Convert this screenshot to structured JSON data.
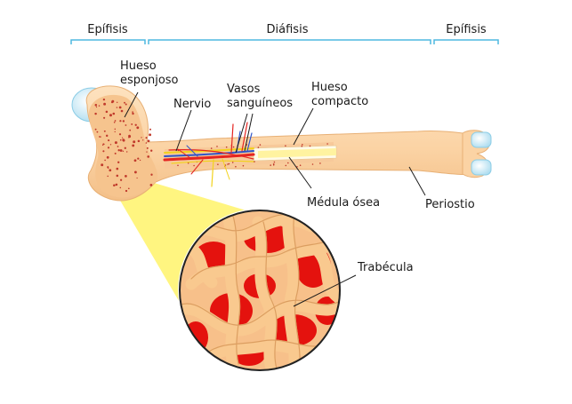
{
  "regions": {
    "epiphysis_left": "Epífisis",
    "diaphysis": "Diáfisis",
    "epiphysis_right": "Epífisis"
  },
  "labels": {
    "spongy_bone_1": "Hueso",
    "spongy_bone_2": "esponjoso",
    "nerve": "Nervio",
    "vessels_1": "Vasos",
    "vessels_2": "sanguíneos",
    "compact_1": "Hueso",
    "compact_2": "compacto",
    "marrow": "Médula ósea",
    "periosteum": "Periostio",
    "trabecula": "Trabécula"
  },
  "colors": {
    "bracket": "#4fb8e0",
    "bone": "#fbd3a4",
    "bone_dark": "#f0b57a",
    "cartilage": "#cfeaf6",
    "marrow_yellow": "#fff3a0",
    "compact_white": "#fffbe8",
    "artery": "#e52521",
    "vein": "#2f55c9",
    "nerve": "#f2d21c",
    "magnifier": "#fff36a",
    "zoom_red": "#e4120e",
    "trabecula_fill": "#f9c98f",
    "trabecula_stroke": "#d99a5c",
    "leader": "#1a1a1a"
  }
}
